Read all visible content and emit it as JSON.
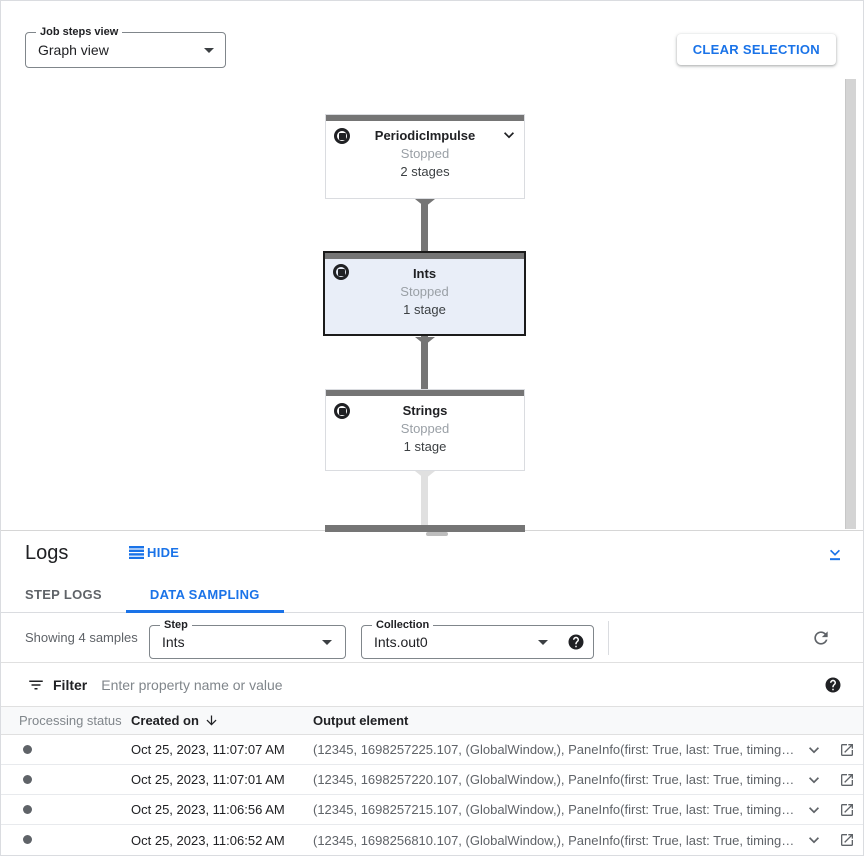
{
  "colors": {
    "accent": "#1a73e8",
    "node_bar": "#757575",
    "selected_node_bg": "#e9eef8"
  },
  "top_bar": {
    "view_select": {
      "label": "Job steps view",
      "value": "Graph view"
    },
    "clear_selection_label": "CLEAR SELECTION"
  },
  "graph": {
    "nodes": [
      {
        "title": "PeriodicImpulse",
        "status": "Stopped",
        "stages": "2 stages"
      },
      {
        "title": "Ints",
        "status": "Stopped",
        "stages": "1 stage"
      },
      {
        "title": "Strings",
        "status": "Stopped",
        "stages": "1 stage"
      }
    ]
  },
  "logs": {
    "title": "Logs",
    "hide_label": "HIDE",
    "tabs": [
      {
        "label": "STEP LOGS"
      },
      {
        "label": "DATA SAMPLING"
      }
    ],
    "sampling": {
      "showing_text": "Showing 4 samples",
      "step_select": {
        "label": "Step",
        "value": "Ints"
      },
      "collection_select": {
        "label": "Collection",
        "value": "Ints.out0"
      }
    },
    "filter": {
      "label": "Filter",
      "placeholder": "Enter property name or value"
    },
    "table": {
      "columns": [
        "Processing status",
        "Created on",
        "Output element"
      ],
      "rows": [
        {
          "created_on": "Oct 25, 2023, 11:07:07 AM",
          "output_element": "(12345, 1698257225.107, (GlobalWindow,), PaneInfo(first: True, last: True, timing…"
        },
        {
          "created_on": "Oct 25, 2023, 11:07:01 AM",
          "output_element": "(12345, 1698257220.107, (GlobalWindow,), PaneInfo(first: True, last: True, timing…"
        },
        {
          "created_on": "Oct 25, 2023, 11:06:56 AM",
          "output_element": "(12345, 1698257215.107, (GlobalWindow,), PaneInfo(first: True, last: True, timing…"
        },
        {
          "created_on": "Oct 25, 2023, 11:06:52 AM",
          "output_element": "(12345, 1698256810.107, (GlobalWindow,), PaneInfo(first: True, last: True, timing…"
        }
      ]
    }
  }
}
